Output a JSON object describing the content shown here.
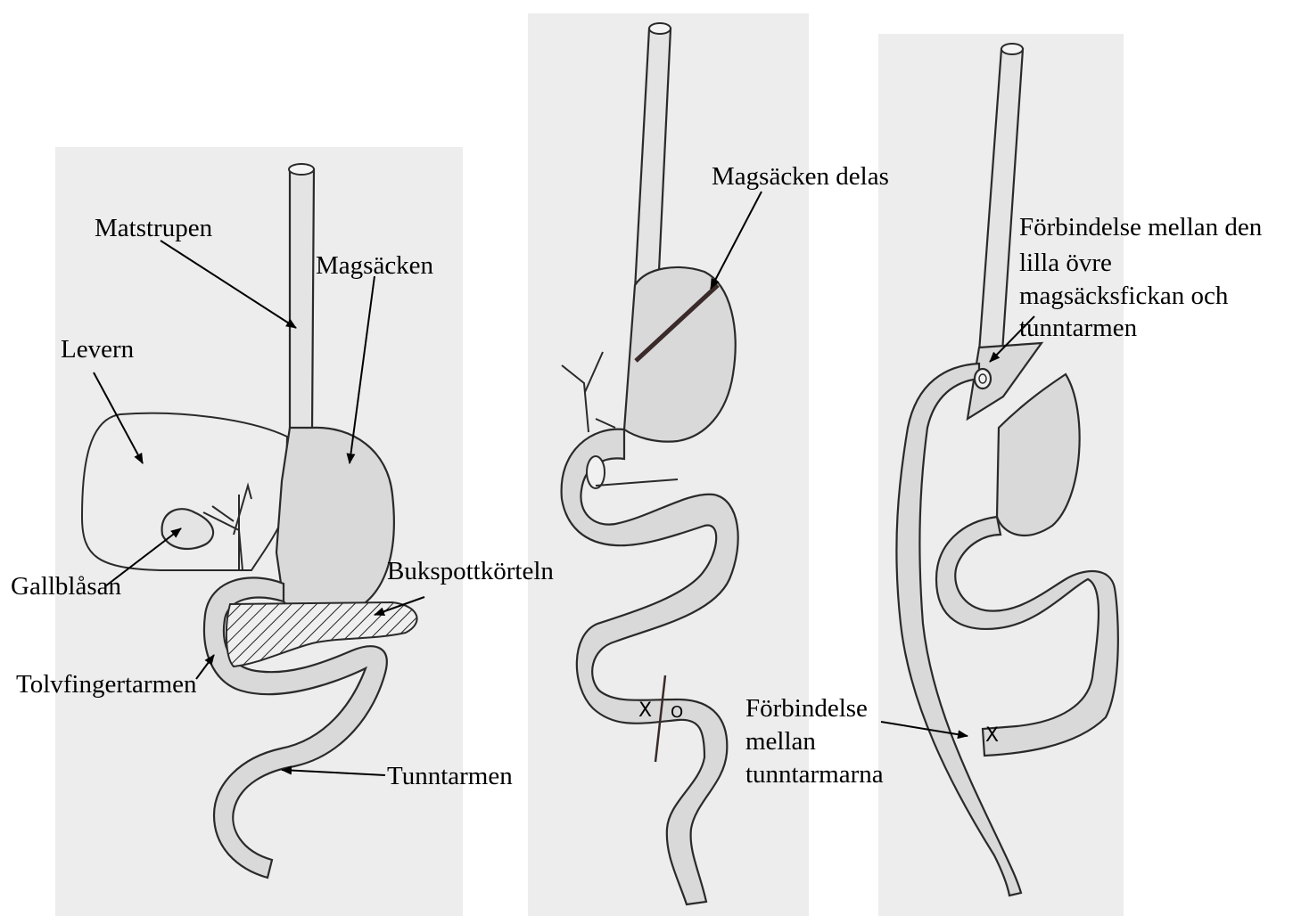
{
  "labels": {
    "matstrupen": "Matstrupen",
    "magsacken": "Magsäcken",
    "levern": "Levern",
    "gallblasan": "Gallblåsan",
    "bukspottkorteln": "Bukspottkörteln",
    "tolvfingertarmen": "Tolvfingertarmen",
    "tunntarmen": "Tunntarmen",
    "magsacken_delas": "Magsäcken delas",
    "forbindelse_top": [
      "Förbindelse mellan den",
      "lilla övre",
      "magsäcksfickan och",
      "tunntarmen"
    ],
    "forbindelse_bottom": [
      "Förbindelse",
      "mellan",
      "tunntarmarna"
    ]
  },
  "marks": {
    "x_mark": "X",
    "o_mark": "O"
  },
  "colors": {
    "panel_background": "#ededed",
    "organ_fill": "#d9d9d9",
    "outline": "#2a2a2a"
  }
}
